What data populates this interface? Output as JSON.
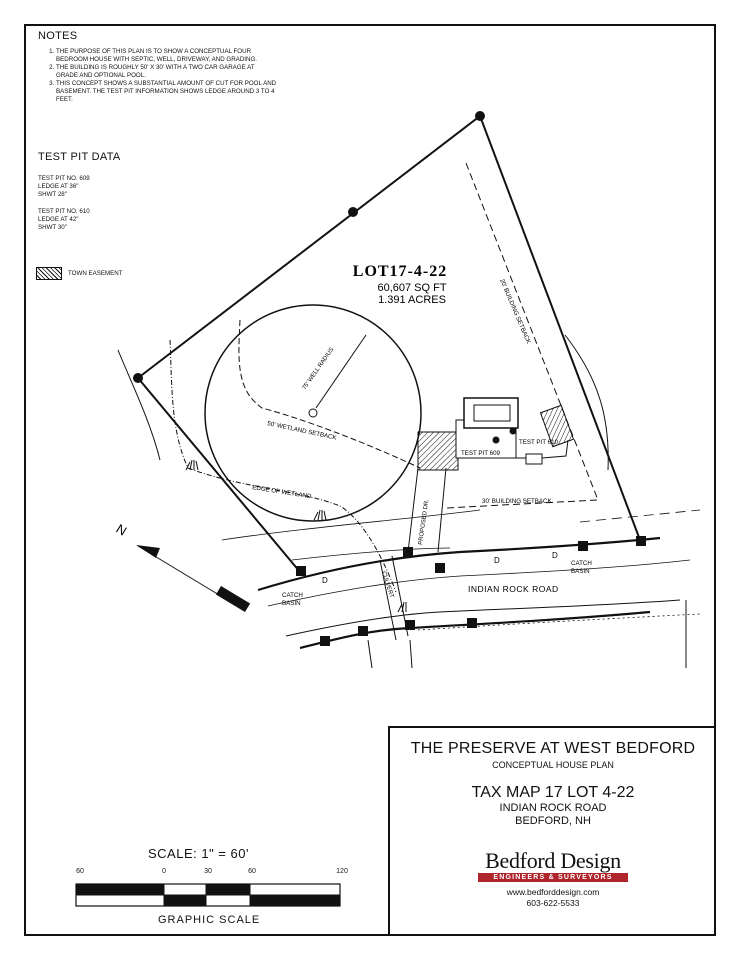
{
  "notes": {
    "heading": "NOTES",
    "items": [
      "THE PURPOSE OF THIS PLAN IS TO SHOW A CONCEPTUAL FOUR BEDROOM HOUSE WITH SEPTIC, WELL, DRIVEWAY, AND GRADING.",
      "THE BUILDING IS ROUGHLY 50' X 30' WITH A TWO CAR GARAGE AT GRADE AND OPTIONAL POOL.",
      "THIS CONCEPT SHOWS A SUBSTANTIAL AMOUNT OF CUT FOR POOL AND BASEMENT. THE TEST PIT INFORMATION SHOWS LEDGE AROUND 3 TO 4 FEET."
    ]
  },
  "test_pit": {
    "heading": "TEST PIT DATA",
    "pits": [
      {
        "name": "TEST PIT NO. 609",
        "ledge": "LEDGE AT 36\"",
        "shwt": "SHWT 28\""
      },
      {
        "name": "TEST PIT NO. 610",
        "ledge": "LEDGE AT 42\"",
        "shwt": "SHWT 30\""
      }
    ]
  },
  "legend": {
    "easement": "TOWN EASEMENT"
  },
  "plan": {
    "lot_title": "LOT17-4-22",
    "lot_sqft": "60,607 SQ FT",
    "lot_acres": "1.391 ACRES",
    "setback_20": "20' BUILDING SETBACK",
    "setback_30": "30' BUILDING SETBACK",
    "well_radius": "75' WELL RADIUS",
    "wetland_setback": "50' WETLAND SETBACK",
    "edge_of_wetland": "EDGE OF WETLAND",
    "test_pit_609": "TEST PIT 609",
    "test_pit_610": "TEST PIT 610",
    "proposed_dr": "PROPOSED DR.",
    "road": "INDIAN ROCK ROAD",
    "catch_basin": [
      "CATCH",
      "BASIN"
    ],
    "culvert": "CULVERT",
    "drain_mark": "D",
    "north": "N"
  },
  "scale": {
    "label": "SCALE:  1\"  =  60'",
    "graphic_label": "GRAPHIC  SCALE",
    "ticks": [
      "60",
      "0",
      "30",
      "60",
      "120"
    ]
  },
  "title_block": {
    "project": "THE PRESERVE AT WEST BEDFORD",
    "subtitle": "CONCEPTUAL HOUSE PLAN",
    "tax_map": "TAX MAP 17 LOT 4-22",
    "road": "INDIAN ROCK ROAD",
    "town": "BEDFORD, NH",
    "company": "Bedford Design",
    "tagline": "ENGINEERS & SURVEYORS",
    "website": "www.bedforddesign.com",
    "phone": "603-622-5533"
  }
}
